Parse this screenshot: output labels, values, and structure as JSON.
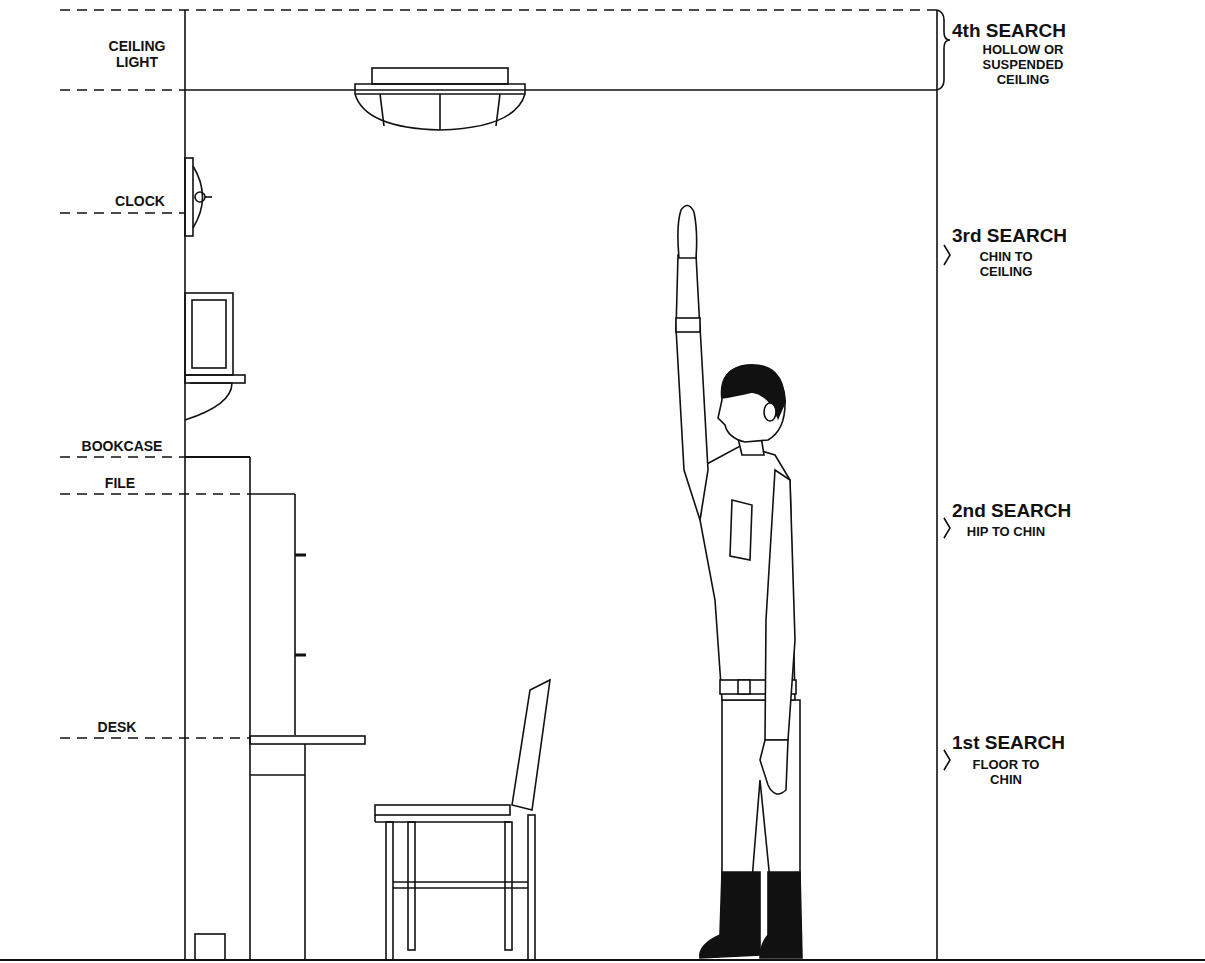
{
  "diagram": {
    "labels": [
      "CEILING LIGHT",
      "CLOCK",
      "BOOKCASE",
      "FILE",
      "DESK",
      "4th SEARCH",
      "HOLLOW OR SUSPENDED CEILING",
      "3rd SEARCH",
      "CHIN TO CEILING",
      "2nd SEARCH",
      "HIP TO CHIN",
      "1st SEARCH",
      "FLOOR TO CHIN"
    ]
  }
}
